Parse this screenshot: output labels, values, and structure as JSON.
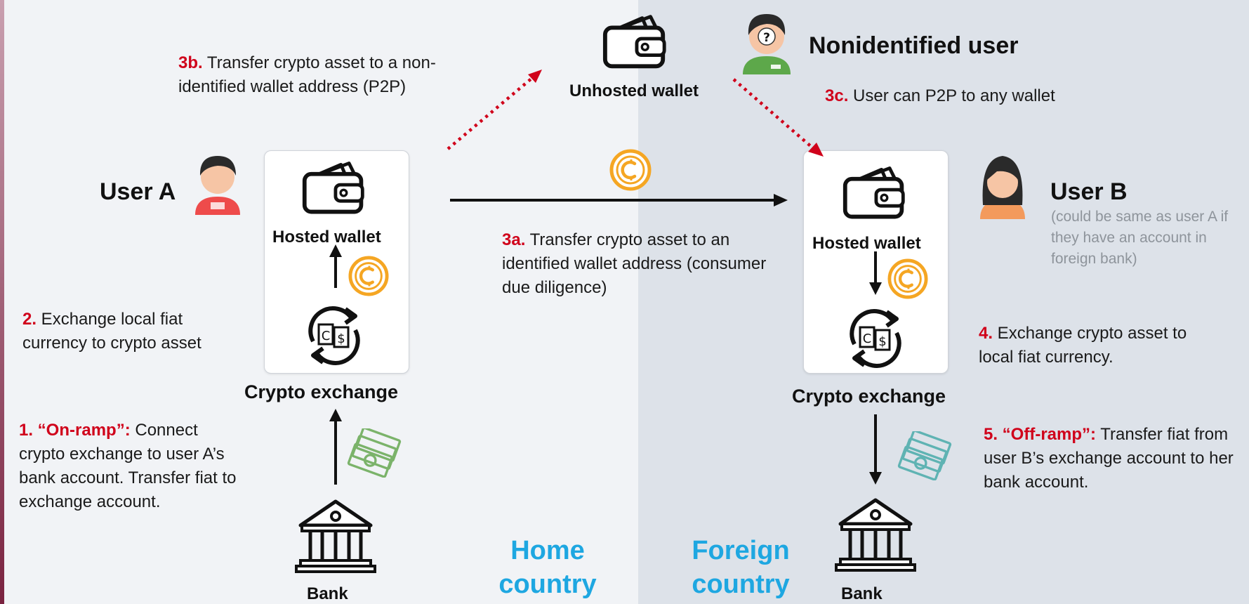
{
  "users": {
    "user_a": "User A",
    "user_b": "User B",
    "user_b_note": "(could be same as user A if they have an account in foreign bank)",
    "nonidentified": "Nonidentified user"
  },
  "components": {
    "hosted_wallet": "Hosted wallet",
    "unhosted_wallet": "Unhosted wallet",
    "crypto_exchange": "Crypto exchange",
    "bank": "Bank"
  },
  "steps": {
    "s1": {
      "num": "1. “On-ramp”:",
      "text": " Connect crypto exchange to user A’s bank account. Transfer fiat to exchange account."
    },
    "s2": {
      "num": "2.",
      "text": " Exchange local fiat currency to crypto asset"
    },
    "s3a": {
      "num": "3a.",
      "text": "  Transfer crypto asset to an identified wallet address (consumer due diligence)"
    },
    "s3b": {
      "num": "3b.",
      "text": "  Transfer crypto asset to a non-identified wallet address (P2P)"
    },
    "s3c": {
      "num": "3c.",
      "text": "  User can P2P to any wallet"
    },
    "s4": {
      "num": "4.",
      "text": " Exchange crypto asset to local fiat currency."
    },
    "s5": {
      "num": "5. “Off-ramp”:",
      "text": " Transfer fiat from user B’s exchange account to her bank account."
    }
  },
  "regions": {
    "home": "Home country",
    "foreign": "Foreign country"
  },
  "icons": {
    "wallet": "wallet-icon",
    "coin": "crypto-coin-icon",
    "exchange": "currency-exchange-icon",
    "cash": "cash-icon",
    "bank": "bank-icon",
    "person": "person-icon"
  },
  "colors": {
    "step_number": "#d0021b",
    "country_label": "#1ea7e1",
    "coin": "#f5a623",
    "cash_home": "#7bb36a",
    "cash_foreign": "#5fb3b3",
    "home_bg": "#f1f3f6",
    "foreign_bg": "#dde2e9"
  }
}
